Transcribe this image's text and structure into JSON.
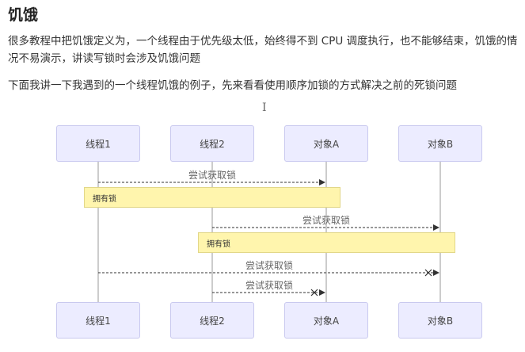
{
  "heading": "饥饿",
  "paragraphs": [
    "很多教程中把饥饿定义为，一个线程由于优先级太低，始终得不到 CPU 调度执行，也不能够结束，饥饿的情况不易演示，讲读写锁时会涉及饥饿问题",
    "下面我讲一下我遇到的一个线程饥饿的例子，先来看看使用顺序加锁的方式解决之前的死锁问题"
  ],
  "diagram": {
    "actors": [
      "线程1",
      "线程2",
      "对象A",
      "对象B"
    ],
    "messages": [
      {
        "from": "线程1",
        "to": "对象A",
        "label": "尝试获取锁",
        "result": "success"
      },
      {
        "from": "线程2",
        "to": "对象B",
        "label": "尝试获取锁",
        "result": "success"
      },
      {
        "from": "线程1",
        "to": "对象B",
        "label": "尝试获取锁",
        "result": "blocked"
      },
      {
        "from": "线程2",
        "to": "对象A",
        "label": "尝试获取锁",
        "result": "blocked"
      }
    ],
    "notes": [
      {
        "over": [
          "线程1",
          "对象A"
        ],
        "text": "拥有锁"
      },
      {
        "over": [
          "线程2",
          "对象B"
        ],
        "text": "拥有锁"
      }
    ]
  }
}
